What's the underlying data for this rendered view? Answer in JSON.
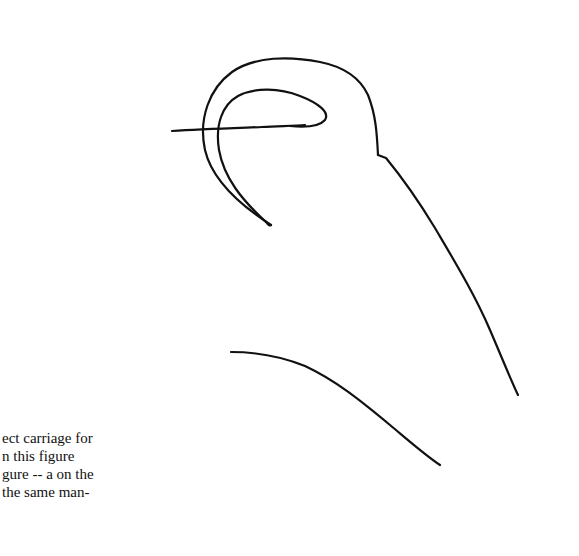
{
  "diagram": {
    "labels": [
      "ect carriage for",
      "n this figure",
      "gure -- a on the",
      "the same man-"
    ]
  }
}
